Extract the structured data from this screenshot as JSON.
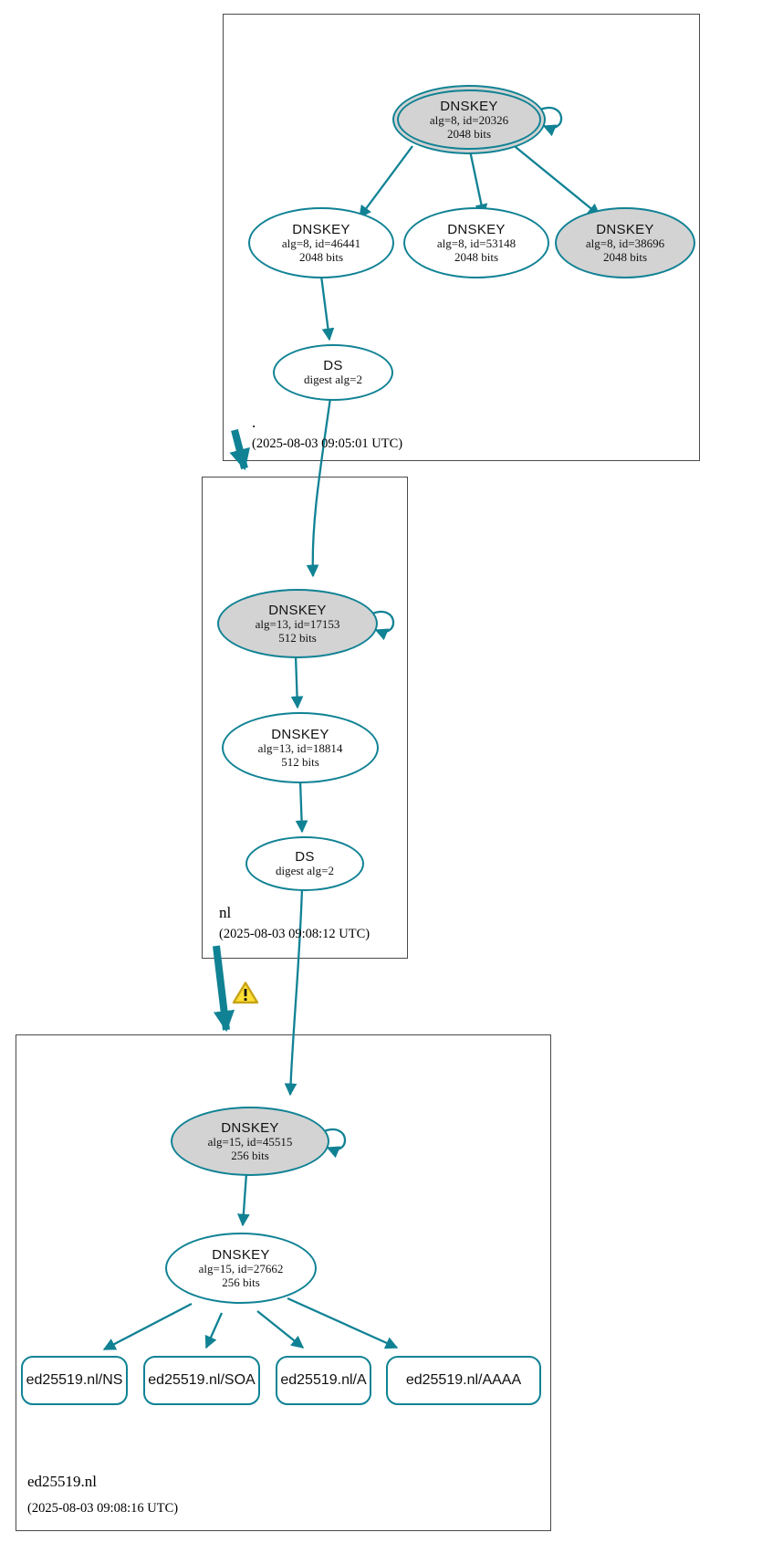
{
  "colors": {
    "accent": "#108294",
    "node_fill_sep": "#d3d3d3",
    "warning_fill": "#ffdf33",
    "warning_border": "#c8a415"
  },
  "zones": [
    {
      "label": ".",
      "timestamp": "(2025-08-03 09:05:01 UTC)",
      "nodes": {
        "ksk": {
          "title": "DNSKEY",
          "detail": "alg=8, id=20326",
          "bits": "2048 bits"
        },
        "zsk1": {
          "title": "DNSKEY",
          "detail": "alg=8, id=46441",
          "bits": "2048 bits"
        },
        "zsk2": {
          "title": "DNSKEY",
          "detail": "alg=8, id=53148",
          "bits": "2048 bits"
        },
        "zsk3": {
          "title": "DNSKEY",
          "detail": "alg=8, id=38696",
          "bits": "2048 bits"
        },
        "ds": {
          "title": "DS",
          "detail": "digest alg=2"
        }
      }
    },
    {
      "label": "nl",
      "timestamp": "(2025-08-03 09:08:12 UTC)",
      "nodes": {
        "ksk": {
          "title": "DNSKEY",
          "detail": "alg=13, id=17153",
          "bits": "512 bits"
        },
        "zsk": {
          "title": "DNSKEY",
          "detail": "alg=13, id=18814",
          "bits": "512 bits"
        },
        "ds": {
          "title": "DS",
          "detail": "digest alg=2"
        }
      }
    },
    {
      "label": "ed25519.nl",
      "timestamp": "(2025-08-03 09:08:16 UTC)",
      "nodes": {
        "ksk": {
          "title": "DNSKEY",
          "detail": "alg=15, id=45515",
          "bits": "256 bits"
        },
        "zsk": {
          "title": "DNSKEY",
          "detail": "alg=15, id=27662",
          "bits": "256 bits"
        },
        "rrsets": [
          {
            "label": "ed25519.nl/NS"
          },
          {
            "label": "ed25519.nl/SOA"
          },
          {
            "label": "ed25519.nl/A"
          },
          {
            "label": "ed25519.nl/AAAA"
          }
        ]
      }
    }
  ],
  "icons": {
    "warning": "warning-triangle"
  }
}
